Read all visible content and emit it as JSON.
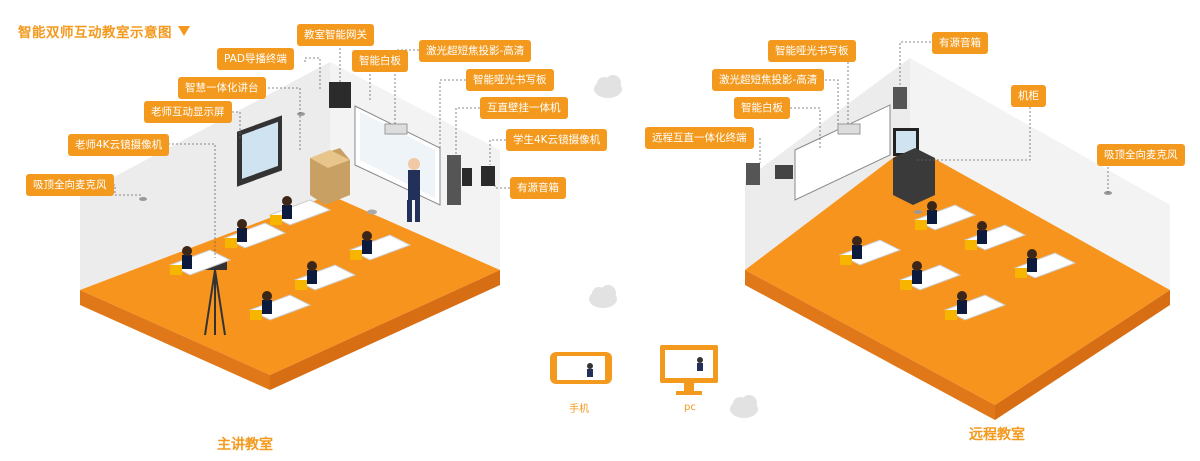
{
  "title": "智能双师互动教室示意图",
  "main": {
    "caption": "主讲教室",
    "labels": [
      "教室智能网关",
      "PAD导播终端",
      "智能白板",
      "激光超短焦投影-高清",
      "智慧一体化讲台",
      "智能哑光书写板",
      "老师互动显示屏",
      "互直壁挂一体机",
      "老师4K云镜摄像机",
      "学生4K云镜摄像机",
      "吸顶全向麦克风",
      "有源音箱"
    ]
  },
  "remote": {
    "caption": "远程教室",
    "labels": [
      "智能哑光书写板",
      "有源音箱",
      "激光超短焦投影-高清",
      "智能白板",
      "机柜",
      "远程互直一体化终端",
      "吸顶全向麦克风"
    ]
  },
  "devices": {
    "phone_label": "手机",
    "pc_label": "pc"
  },
  "colors": {
    "accent": "#f39a1e",
    "floor": "#f7941d",
    "floor_edge": "#e0781a",
    "wall": "#ebebeb"
  }
}
